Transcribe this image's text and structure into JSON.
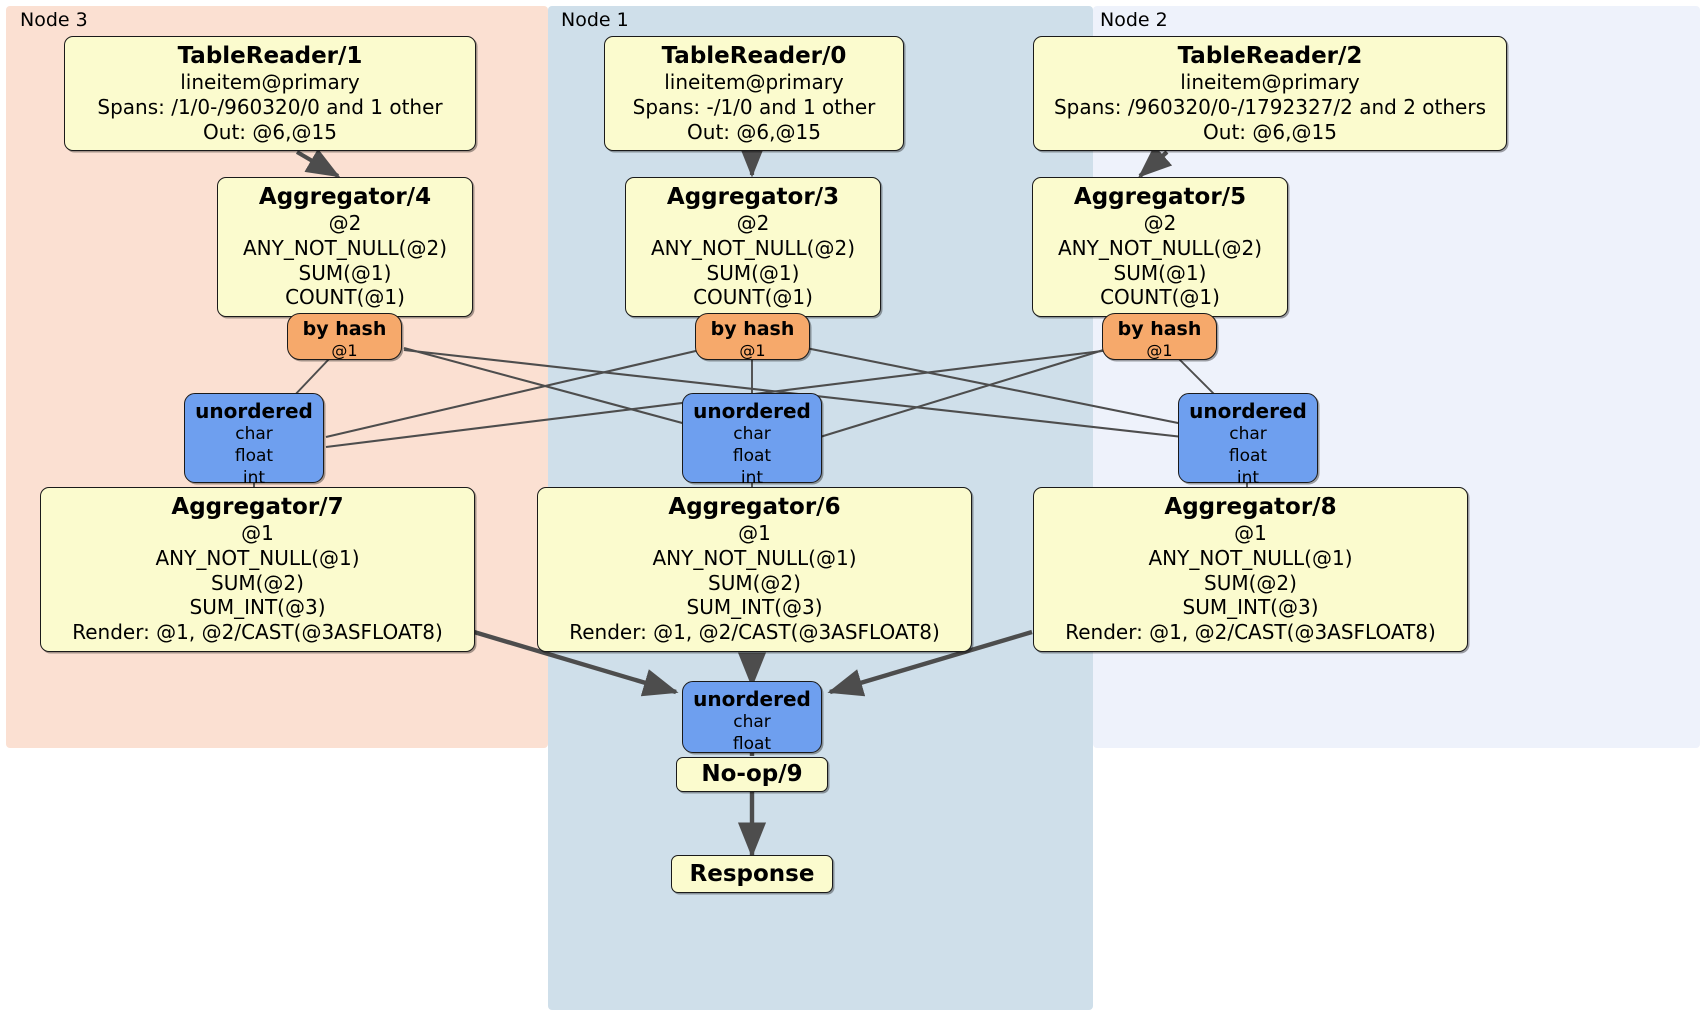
{
  "diagram": {
    "type": "distributed-query-plan",
    "colors": {
      "node3_panel": "#fbe0d2",
      "node1_panel": "#cfdfea",
      "node2_panel": "#eef2fb",
      "processor_fill": "#fbfbce",
      "router_fill": "#f6a96b",
      "synchronizer_fill": "#6e9fef",
      "edge": "#4d4d4d",
      "border": "#1a1a1a"
    },
    "panels": [
      {
        "id": "node3",
        "label": "Node 3"
      },
      {
        "id": "node1",
        "label": "Node 1"
      },
      {
        "id": "node2",
        "label": "Node 2"
      }
    ],
    "nodes": {
      "tablereader_1": {
        "title": "TableReader/1",
        "lines": [
          "lineitem@primary",
          "Spans: /1/0-/960320/0 and 1 other",
          "Out: @6,@15"
        ]
      },
      "tablereader_0": {
        "title": "TableReader/0",
        "lines": [
          "lineitem@primary",
          "Spans: -/1/0 and 1 other",
          "Out: @6,@15"
        ]
      },
      "tablereader_2": {
        "title": "TableReader/2",
        "lines": [
          "lineitem@primary",
          "Spans: /960320/0-/1792327/2 and 2 others",
          "Out: @6,@15"
        ]
      },
      "aggregator_4": {
        "title": "Aggregator/4",
        "lines": [
          "@2",
          "ANY_NOT_NULL(@2)",
          "SUM(@1)",
          "COUNT(@1)"
        ]
      },
      "aggregator_3": {
        "title": "Aggregator/3",
        "lines": [
          "@2",
          "ANY_NOT_NULL(@2)",
          "SUM(@1)",
          "COUNT(@1)"
        ]
      },
      "aggregator_5": {
        "title": "Aggregator/5",
        "lines": [
          "@2",
          "ANY_NOT_NULL(@2)",
          "SUM(@1)",
          "COUNT(@1)"
        ]
      },
      "aggregator_7": {
        "title": "Aggregator/7",
        "lines": [
          "@1",
          "ANY_NOT_NULL(@1)",
          "SUM(@2)",
          "SUM_INT(@3)",
          "Render: @1, @2/CAST(@3ASFLOAT8)"
        ]
      },
      "aggregator_6": {
        "title": "Aggregator/6",
        "lines": [
          "@1",
          "ANY_NOT_NULL(@1)",
          "SUM(@2)",
          "SUM_INT(@3)",
          "Render: @1, @2/CAST(@3ASFLOAT8)"
        ]
      },
      "aggregator_8": {
        "title": "Aggregator/8",
        "lines": [
          "@1",
          "ANY_NOT_NULL(@1)",
          "SUM(@2)",
          "SUM_INT(@3)",
          "Render: @1, @2/CAST(@3ASFLOAT8)"
        ]
      },
      "router_left": {
        "title": "by hash",
        "lines": [
          "@1"
        ]
      },
      "router_center": {
        "title": "by hash",
        "lines": [
          "@1"
        ]
      },
      "router_right": {
        "title": "by hash",
        "lines": [
          "@1"
        ]
      },
      "sync_left": {
        "title": "unordered",
        "lines": [
          "char",
          "float",
          "int"
        ]
      },
      "sync_center": {
        "title": "unordered",
        "lines": [
          "char",
          "float",
          "int"
        ]
      },
      "sync_right": {
        "title": "unordered",
        "lines": [
          "char",
          "float",
          "int"
        ]
      },
      "sync_final": {
        "title": "unordered",
        "lines": [
          "char",
          "float"
        ]
      },
      "noop_9": {
        "title": "No-op/9"
      },
      "response": {
        "title": "Response"
      }
    }
  }
}
